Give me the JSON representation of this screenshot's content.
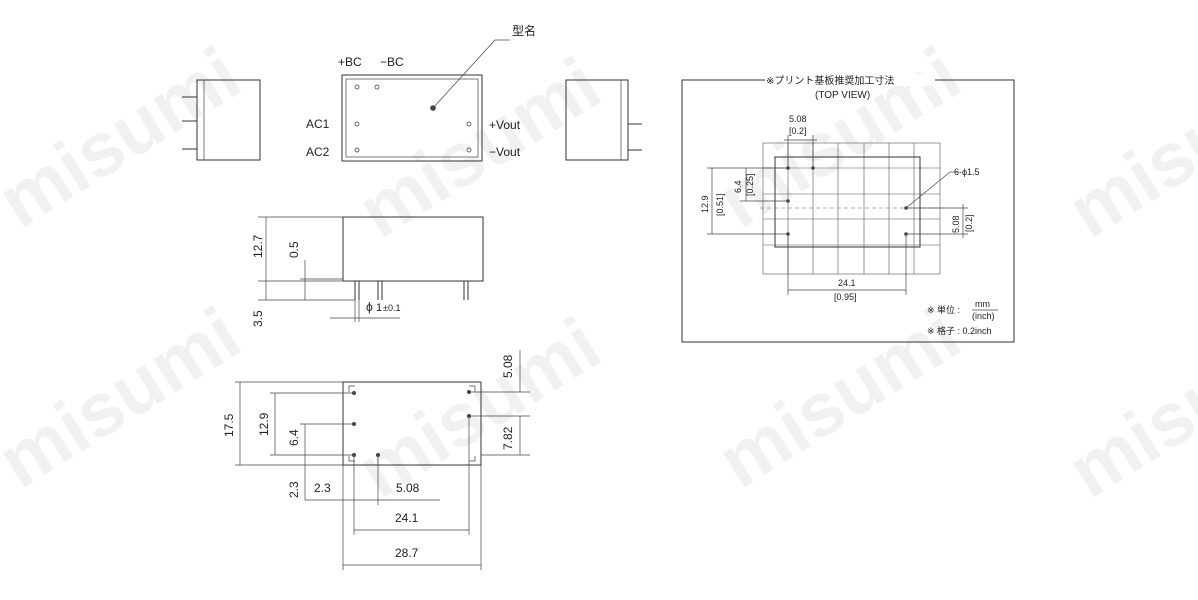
{
  "labels": {
    "model_name": "型名",
    "plus_bc": "+BC",
    "minus_bc": "−BC",
    "ac1": "AC1",
    "ac2": "AC2",
    "plus_vout": "+Vout",
    "minus_vout": "−Vout"
  },
  "side_view_dims": {
    "height": "12.7",
    "standoff": "0.5",
    "pin_length": "3.5",
    "pin_dia_symbol": "ϕ",
    "pin_dia": "1",
    "pin_dia_tol": "±0.1"
  },
  "bottom_view_dims": {
    "width_total": "17.5",
    "pin_span_v": "12.9",
    "pin_pitch_v": "6.4",
    "offset_bottom": "2.3",
    "offset_left": "2.3",
    "pin_pitch_h": "5.08",
    "pin_span_h": "24.1",
    "length_total": "28.7",
    "out_pitch": "5.08",
    "out_offset": "7.82"
  },
  "pcb_panel": {
    "title": "※プリント基板推奨加工寸法",
    "subtitle": "(TOP VIEW)",
    "dim_508": "5.08",
    "dim_508_inch": "[0.2]",
    "dim_129": "12.9",
    "dim_129_inch": "[0.51]",
    "dim_64": "6.4",
    "dim_64_inch": "[0.25]",
    "hole_spec": "6-ϕ1.5",
    "dim_508_r": "5.08",
    "dim_508_r_inch": "[0.2]",
    "dim_241": "24.1",
    "dim_241_inch": "[0.95]",
    "note_unit_prefix": "※ 単位 :",
    "note_unit_mm": "mm",
    "note_unit_inch": "(inch)",
    "note_grid": "※ 格子 : 0.2inch"
  },
  "watermark": "misumi"
}
